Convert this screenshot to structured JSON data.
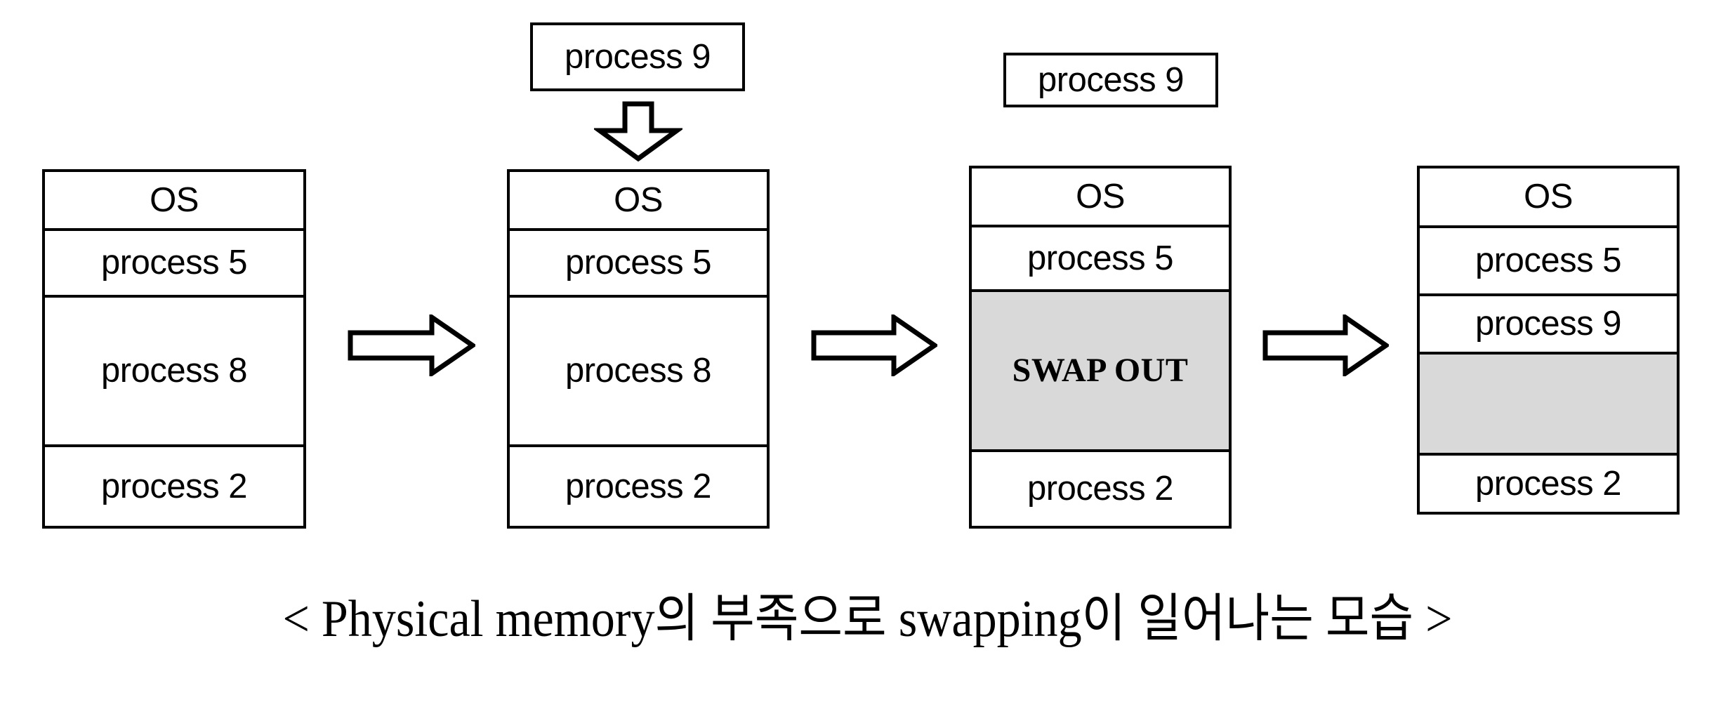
{
  "figure": {
    "caption": "< Physical memory의 부족으로 swapping이 일어나는 모습 >",
    "colors": {
      "stroke": "#000000",
      "background": "#ffffff",
      "swap_fill": "#d9d9d9"
    }
  },
  "columns": [
    {
      "name": "stage-1",
      "rows": [
        {
          "label": "OS"
        },
        {
          "label": "process 5"
        },
        {
          "label": "process 8"
        },
        {
          "label": "process 2"
        }
      ]
    },
    {
      "name": "stage-2",
      "incoming": {
        "label": "process 9"
      },
      "rows": [
        {
          "label": "OS"
        },
        {
          "label": "process 5"
        },
        {
          "label": "process 8"
        },
        {
          "label": "process 2"
        }
      ]
    },
    {
      "name": "stage-3",
      "incoming": {
        "label": "process 9"
      },
      "rows": [
        {
          "label": "OS"
        },
        {
          "label": "process 5"
        },
        {
          "label": "SWAP OUT"
        },
        {
          "label": "process 2"
        }
      ]
    },
    {
      "name": "stage-4",
      "rows": [
        {
          "label": "OS"
        },
        {
          "label": "process 5"
        },
        {
          "label": "process 9"
        },
        {
          "label": ""
        },
        {
          "label": "process 2"
        }
      ]
    }
  ],
  "arrows": {
    "right_1": "arrow-right-icon",
    "right_2": "arrow-right-icon",
    "right_3": "arrow-right-icon",
    "down_1": "arrow-down-icon"
  }
}
